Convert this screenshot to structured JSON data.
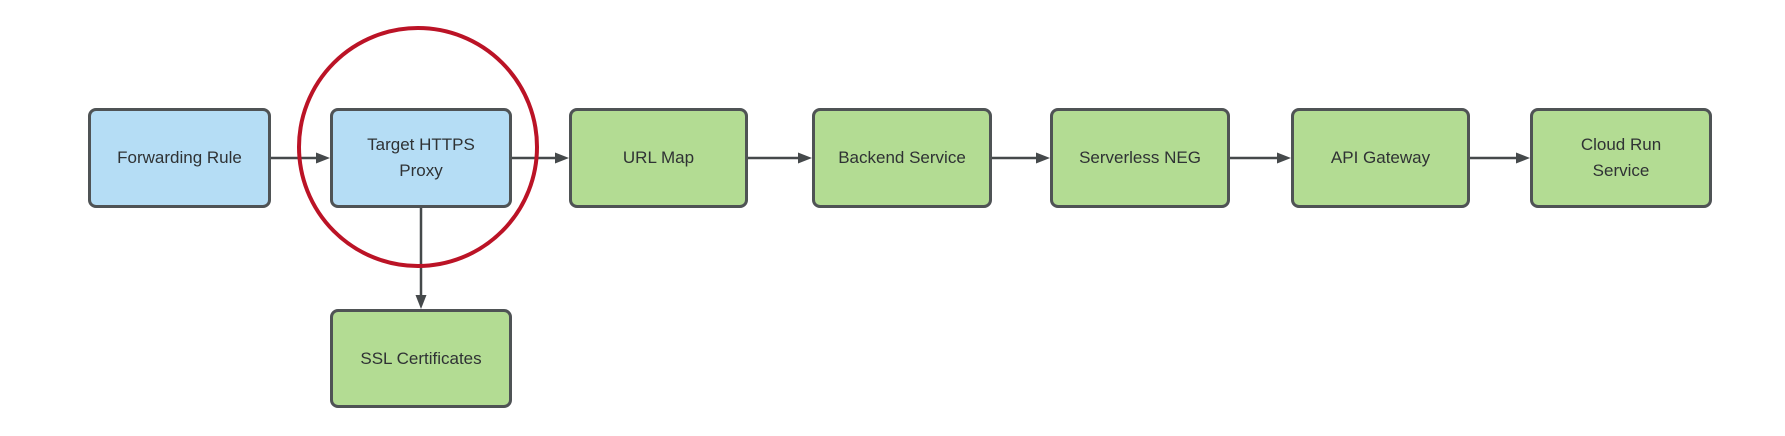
{
  "diagram": {
    "nodes": [
      {
        "label": "Forwarding Rule",
        "fill": "blue"
      },
      {
        "label": "Target HTTPS Proxy",
        "fill": "blue",
        "annotation": "circled in red"
      },
      {
        "label": "URL Map",
        "fill": "green"
      },
      {
        "label": "Backend Service",
        "fill": "green"
      },
      {
        "label": "Serverless NEG",
        "fill": "green"
      },
      {
        "label": "API Gateway",
        "fill": "green"
      },
      {
        "label": "Cloud Run Service",
        "fill": "green"
      },
      {
        "label": "SSL Certificates",
        "fill": "green"
      }
    ],
    "edges": [
      {
        "from": "Forwarding Rule",
        "to": "Target HTTPS Proxy",
        "direction": "right"
      },
      {
        "from": "Target HTTPS Proxy",
        "to": "URL Map",
        "direction": "right"
      },
      {
        "from": "URL Map",
        "to": "Backend Service",
        "direction": "right"
      },
      {
        "from": "Backend Service",
        "to": "Serverless NEG",
        "direction": "right"
      },
      {
        "from": "Serverless NEG",
        "to": "API Gateway",
        "direction": "right"
      },
      {
        "from": "API Gateway",
        "to": "Cloud Run Service",
        "direction": "right"
      },
      {
        "from": "Target HTTPS Proxy",
        "to": "SSL Certificates",
        "direction": "down"
      }
    ],
    "annotation": {
      "type": "circle",
      "around": "Target HTTPS Proxy",
      "color": "#bb1326"
    },
    "colors": {
      "background": "#ffffff",
      "blue_fill": "#b5ddf5",
      "green_fill": "#b3dc93",
      "node_border": "#4f5355",
      "arrow": "#45494b",
      "text": "#2f3234",
      "highlight": "#bb1326"
    }
  }
}
